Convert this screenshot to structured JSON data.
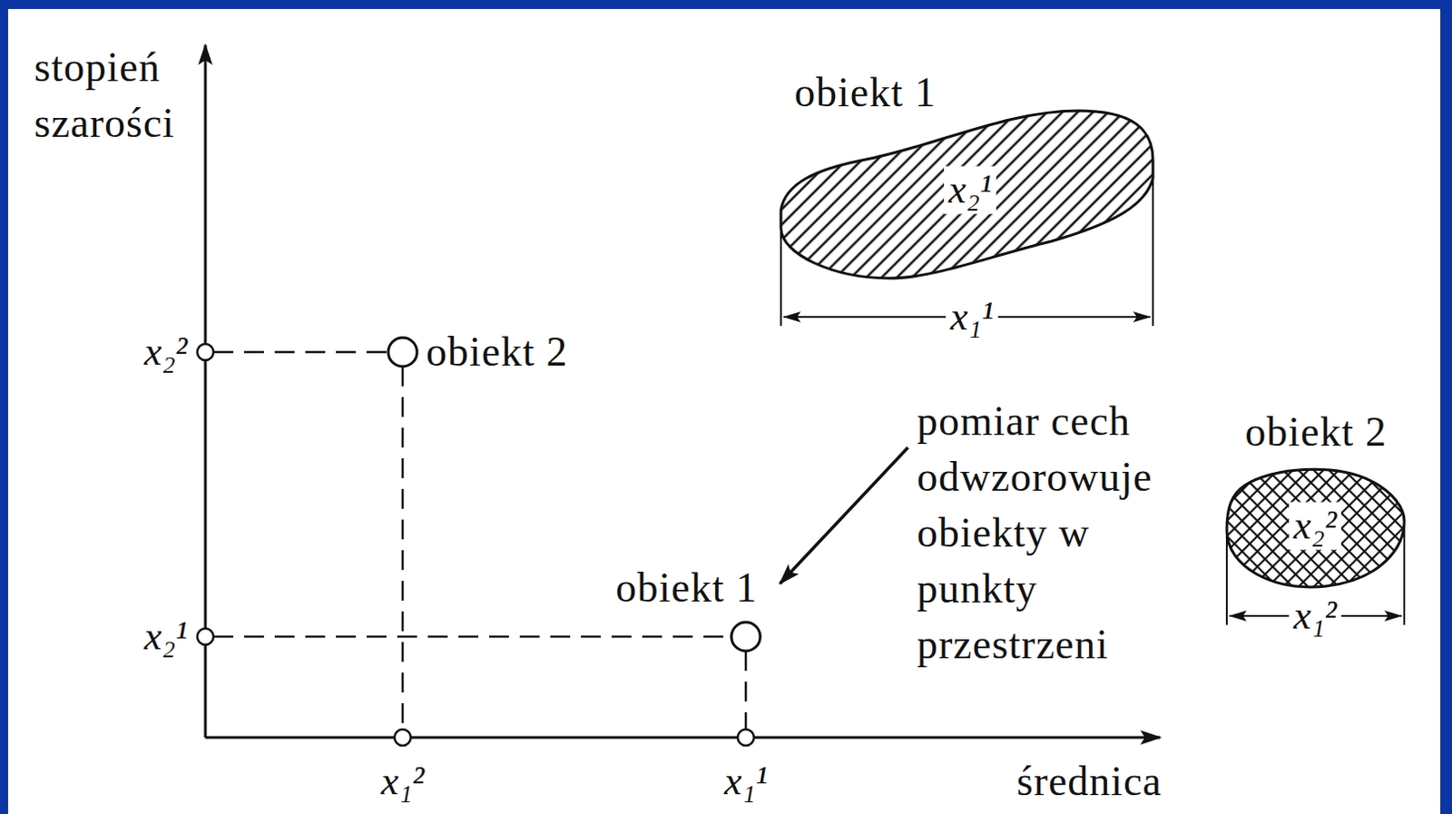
{
  "diagram": {
    "nodes": [
      {
        "text": [
          "obiekt 1",
          "x₂¹"
        ]
      },
      {
        "text": [
          "obiekt 2",
          "x₂²"
        ]
      }
    ],
    "labels": [
      "stopień szarości",
      "x₂²",
      "x₂¹",
      "x₁²",
      "x₁¹",
      "średnica",
      "obiekt 2",
      "obiekt 1",
      "pomiar cech odwzorowuje obiekty w punkty przestrzeni",
      "x₁¹",
      "x₁²"
    ]
  }
}
